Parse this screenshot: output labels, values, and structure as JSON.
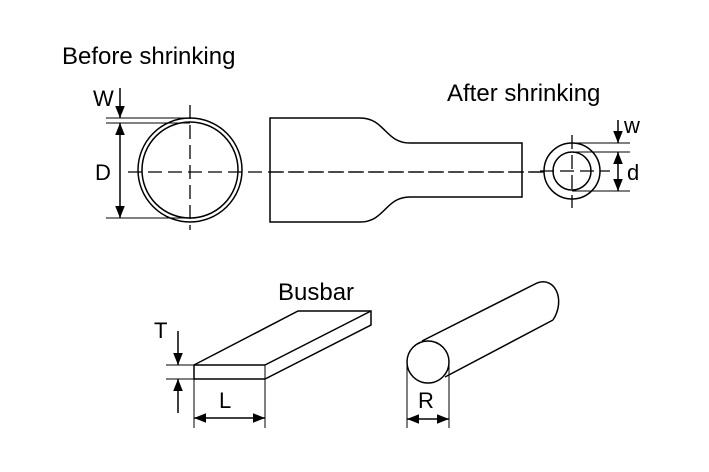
{
  "labels": {
    "before": "Before shrinking",
    "after": "After shrinking",
    "busbar": "Busbar"
  },
  "dimensions": {
    "W": "W",
    "D": "D",
    "w": "w",
    "d": "d",
    "T": "T",
    "L": "L",
    "R": "R"
  },
  "colors": {
    "line": "#000000",
    "background": "#ffffff"
  }
}
